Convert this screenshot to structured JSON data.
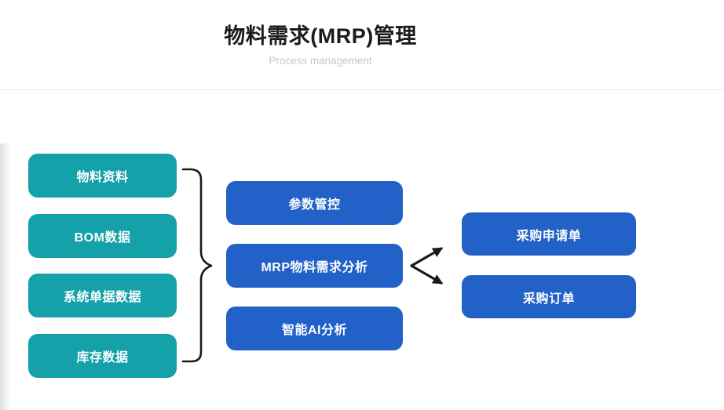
{
  "header": {
    "title": "物料需求(MRP)管理",
    "subtitle": "Process management"
  },
  "colors": {
    "input_node": "#14a1aa",
    "process_node": "#2161c8",
    "connector": "#1a1a1a",
    "divider": "#e7e7e7",
    "title_text": "#1b1b1b",
    "subtitle_text": "#c8c8c8",
    "node_text": "#ffffff"
  },
  "nodes": {
    "inputs": [
      {
        "label": "物料资料"
      },
      {
        "label": "BOM数据"
      },
      {
        "label": "系统单据数据"
      },
      {
        "label": "库存数据"
      }
    ],
    "processes": [
      {
        "label": "参数管控"
      },
      {
        "label": "MRP物料需求分析"
      },
      {
        "label": "智能AI分析"
      }
    ],
    "outputs": [
      {
        "label": "采购申请单"
      },
      {
        "label": "采购订单"
      }
    ]
  },
  "connections": {
    "brace": {
      "from": [
        "物料资料",
        "BOM数据",
        "系统单据数据",
        "库存数据"
      ],
      "to": "MRP物料需求分析"
    },
    "arrows": [
      {
        "from": "MRP物料需求分析",
        "to": "采购申请单"
      },
      {
        "from": "MRP物料需求分析",
        "to": "采购订单"
      }
    ]
  }
}
